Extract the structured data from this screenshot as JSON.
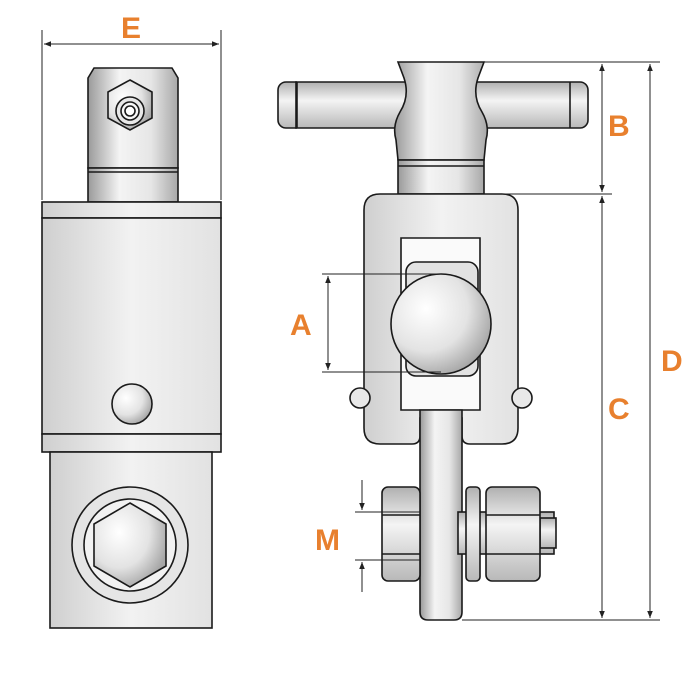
{
  "colors": {
    "label": "#E8802E",
    "outline": "#1a1a1a",
    "dimension_line": "#222222",
    "shade_light": "#f4f4f4",
    "shade_mid": "#d9d9d9",
    "shade_dark": "#9a9a9a"
  },
  "labels": {
    "E": "E",
    "B": "B",
    "A": "A",
    "D": "D",
    "C": "C",
    "M": "M"
  }
}
